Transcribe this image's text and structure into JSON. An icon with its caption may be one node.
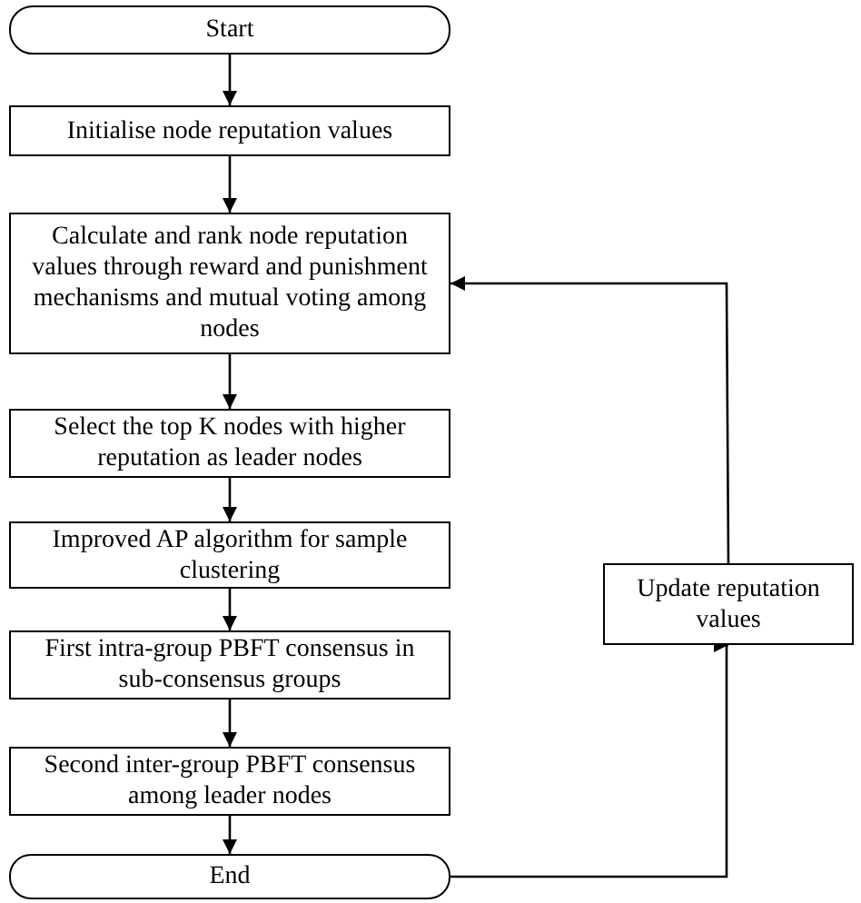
{
  "diagram": {
    "nodes": [
      {
        "text": [
          "Start"
        ]
      },
      {
        "text": [
          "Initialise node reputation values"
        ]
      },
      {
        "text": [
          "Calculate and rank node reputation values through reward and punishment mechanisms and mutual voting among nodes"
        ]
      },
      {
        "text": [
          "Select the top K nodes with higher reputation as leader nodes"
        ]
      },
      {
        "text": [
          "Improved AP algorithm for sample clustering"
        ]
      },
      {
        "text": [
          "First intra-group PBFT consensus in sub-consensus groups"
        ]
      },
      {
        "text": [
          "Second inter-group PBFT consensus among leader nodes"
        ]
      },
      {
        "text": [
          "End"
        ]
      },
      {
        "text": [
          "Update reputation values"
        ]
      }
    ],
    "edges": [
      {
        "from": 0,
        "to": 1,
        "arrow": "to"
      },
      {
        "from": 1,
        "to": 2,
        "arrow": "to"
      },
      {
        "from": 2,
        "to": 3,
        "arrow": "to"
      },
      {
        "from": 3,
        "to": 4,
        "arrow": "to"
      },
      {
        "from": 4,
        "to": 5,
        "arrow": "to"
      },
      {
        "from": 5,
        "to": 6,
        "arrow": "to"
      },
      {
        "from": 6,
        "to": 7,
        "arrow": "to"
      },
      {
        "from": 7,
        "to": 8,
        "arrow": "to"
      },
      {
        "from": 8,
        "to": 2,
        "arrow": "to"
      }
    ]
  }
}
